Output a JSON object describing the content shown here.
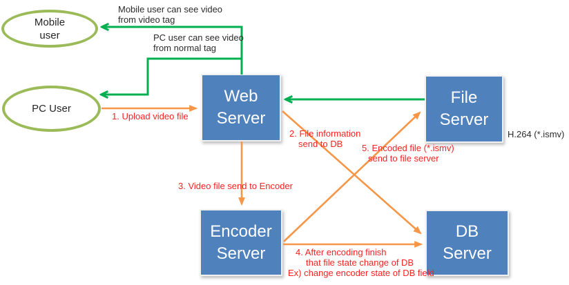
{
  "diagram": {
    "actors": [
      {
        "label": "Mobile\nuser"
      },
      {
        "label": "PC User"
      }
    ],
    "servers": [
      {
        "label": "Web\nServer"
      },
      {
        "label": "File\nServer"
      },
      {
        "label": "Encoder\nServer"
      },
      {
        "label": "DB\nServer"
      }
    ],
    "steps": [
      {
        "lines": [
          "1. Upload video file"
        ]
      },
      {
        "lines": [
          "2. File information",
          "send to DB"
        ]
      },
      {
        "lines": [
          "3. Video file send to Encoder"
        ]
      },
      {
        "lines": [
          "4. After encoding finish",
          "that file state change of DB",
          "Ex) change encoder state of DB field"
        ]
      },
      {
        "lines": [
          "5. Encoded file (*.ismv)",
          "send to file server"
        ]
      }
    ],
    "notes": {
      "mobile_view": {
        "lines": [
          "Mobile user can see video",
          "from video tag"
        ]
      },
      "pc_view": {
        "lines": [
          "PC user can see video",
          "from normal tag"
        ]
      },
      "codec": "H.264 (*.ismv)"
    },
    "colors": {
      "server_fill": "#4f81bd",
      "server_text": "#ffffff",
      "actor_border": "#9bbb59",
      "actor_text": "#262626",
      "flow_arrow": "#f79646",
      "view_arrow": "#00b050",
      "step_text": "#ff1f1f",
      "note_text": "#2b2b2b",
      "background": "#ffffff"
    }
  }
}
